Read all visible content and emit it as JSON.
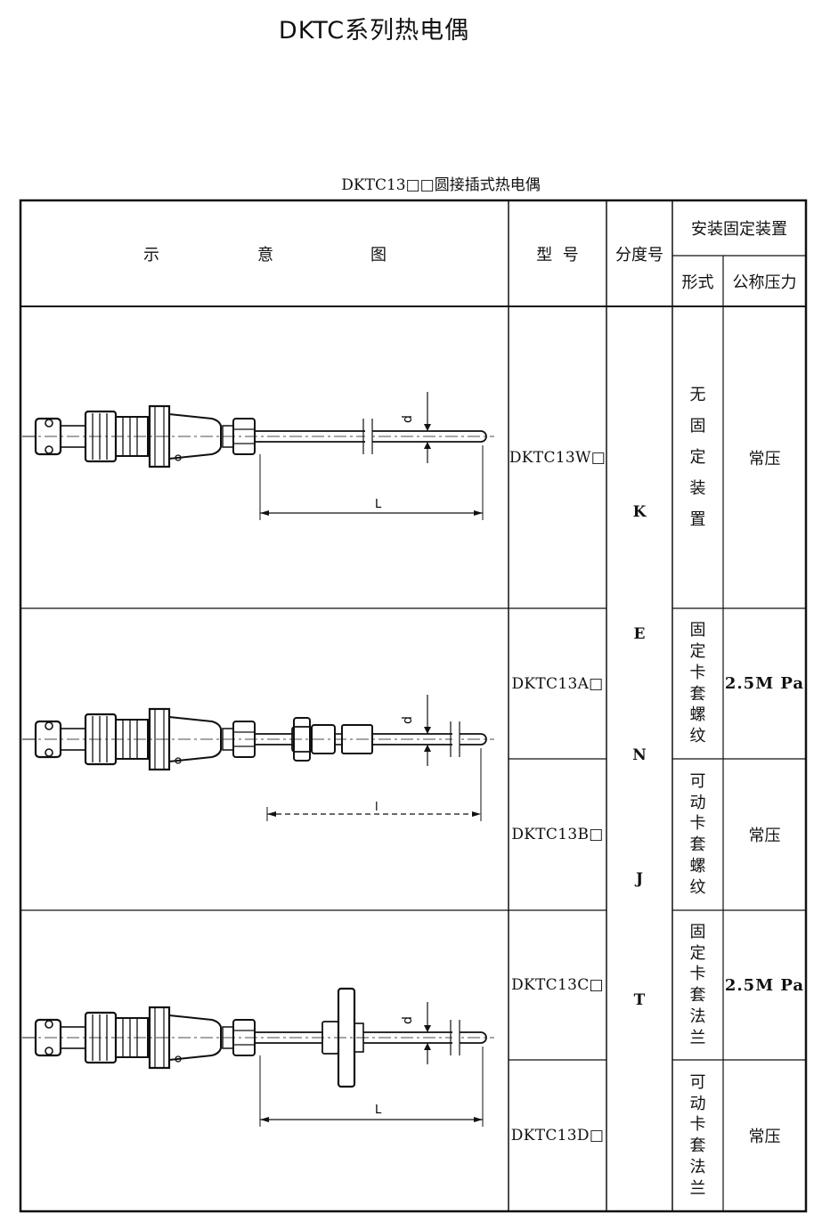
{
  "page_title": "DKTC系列热电偶",
  "table_title": "DKTC13□□圆接插式热电偶",
  "header": {
    "diagram": [
      "示",
      "意",
      "图"
    ],
    "model": "型  号",
    "grade": "分度号",
    "mounting": "安装固定装置",
    "form": "形式",
    "pressure": "公称压力"
  },
  "grades": [
    "K",
    "E",
    "N",
    "J",
    "T"
  ],
  "rows": [
    {
      "model": "DKTC13W□",
      "form": [
        "无",
        "固",
        "定",
        "装",
        "置"
      ],
      "pressure": "常压"
    },
    {
      "model": "DKTC13A□",
      "form": [
        "固",
        "定",
        "卡",
        "套",
        "螺",
        "纹"
      ],
      "pressure": "2.5M Pa"
    },
    {
      "model": "DKTC13B□",
      "form": [
        "可",
        "动",
        "卡",
        "套",
        "螺",
        "纹"
      ],
      "pressure": "常压"
    },
    {
      "model": "DKTC13C□",
      "form": [
        "固",
        "定",
        "卡",
        "套",
        "法",
        "兰"
      ],
      "pressure": "2.5M Pa"
    },
    {
      "model": "DKTC13D□",
      "form": [
        "可",
        "动",
        "卡",
        "套",
        "法",
        "兰"
      ],
      "pressure": "常压"
    }
  ],
  "drawing_labels": {
    "d": "d",
    "L": "L",
    "L_small": "l"
  }
}
